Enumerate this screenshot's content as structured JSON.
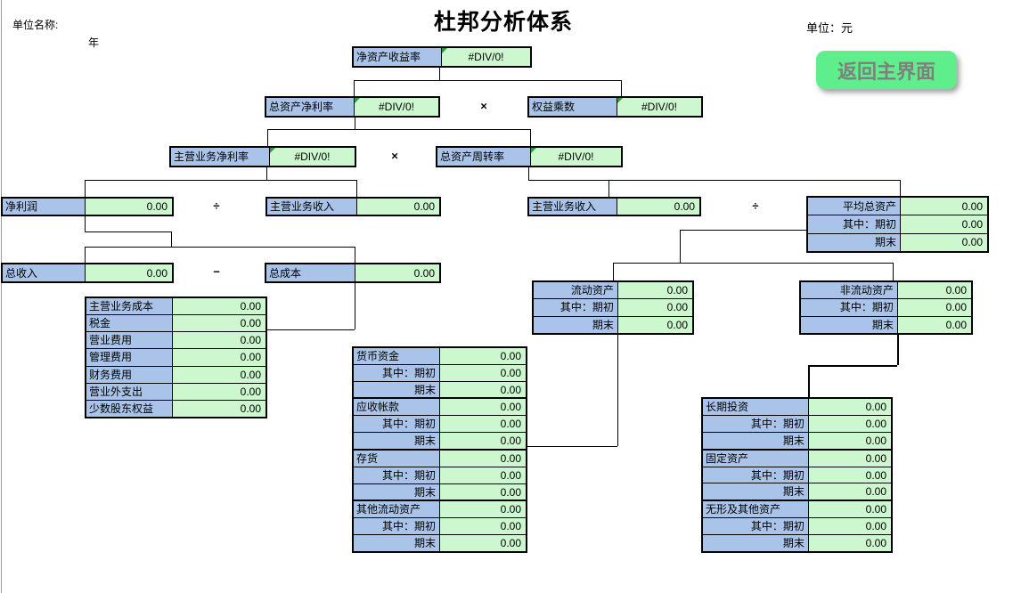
{
  "header": {
    "title": "杜邦分析体系",
    "unit_name_label": "单位名称:",
    "year_label": "年",
    "unit_label": "单位：元",
    "back_button_label": "返回主界面"
  },
  "colors": {
    "label_cell": "#a9c4e8",
    "value_cell": "#cdf7ce",
    "button": "#5fee8c",
    "button_text": "#7f7f7f",
    "comment_marker": "#2f9e3c"
  },
  "operators": {
    "times": "×",
    "divide": "÷",
    "minus": "−"
  },
  "tree": {
    "roe": {
      "label": "净资产收益率",
      "value": "#DIV/0!"
    },
    "total_asset_net_margin": {
      "label": "总资产净利率",
      "value": "#DIV/0!"
    },
    "equity_multiplier": {
      "label": "权益乘数",
      "value": "#DIV/0!"
    },
    "main_business_net_margin": {
      "label": "主营业务净利率",
      "value": "#DIV/0!"
    },
    "total_asset_turnover": {
      "label": "总资产周转率",
      "value": "#DIV/0!"
    },
    "net_profit": {
      "label": "净利润",
      "value": "0.00"
    },
    "main_business_revenue_left": {
      "label": "主营业务收入",
      "value": "0.00"
    },
    "main_business_revenue_right": {
      "label": "主营业务收入",
      "value": "0.00"
    },
    "total_revenue": {
      "label": "总收入",
      "value": "0.00"
    },
    "total_cost": {
      "label": "总成本",
      "value": "0.00"
    }
  },
  "avg_total_assets": {
    "rows": [
      {
        "label": "平均总资产",
        "value": "0.00",
        "kind": "head"
      },
      {
        "label": "其中：期初",
        "value": "0.00",
        "kind": "sub"
      },
      {
        "label": "期末",
        "value": "0.00",
        "kind": "sub"
      }
    ]
  },
  "current_assets": {
    "rows": [
      {
        "label": "流动资产",
        "value": "0.00",
        "kind": "head"
      },
      {
        "label": "其中：期初",
        "value": "0.00",
        "kind": "sub"
      },
      {
        "label": "期末",
        "value": "0.00",
        "kind": "sub"
      }
    ]
  },
  "non_current_assets": {
    "rows": [
      {
        "label": "非流动资产",
        "value": "0.00",
        "kind": "head"
      },
      {
        "label": "其中：期初",
        "value": "0.00",
        "kind": "sub"
      },
      {
        "label": "期末",
        "value": "0.00",
        "kind": "sub"
      }
    ]
  },
  "expenses": {
    "rows": [
      {
        "label": "主营业务成本",
        "value": "0.00",
        "kind": "head"
      },
      {
        "label": "税金",
        "value": "0.00",
        "kind": "head"
      },
      {
        "label": "营业费用",
        "value": "0.00",
        "kind": "head"
      },
      {
        "label": "管理费用",
        "value": "0.00",
        "kind": "head"
      },
      {
        "label": "财务费用",
        "value": "0.00",
        "kind": "head"
      },
      {
        "label": "营业外支出",
        "value": "0.00",
        "kind": "head"
      },
      {
        "label": "少数股东权益",
        "value": "0.00",
        "kind": "head"
      }
    ]
  },
  "current_asset_detail": {
    "rows": [
      {
        "label": "货币资金",
        "value": "0.00",
        "kind": "head"
      },
      {
        "label": "其中：期初",
        "value": "0.00",
        "kind": "sub"
      },
      {
        "label": "期末",
        "value": "0.00",
        "kind": "sub"
      },
      {
        "label": "应收帐款",
        "value": "0.00",
        "kind": "head"
      },
      {
        "label": "其中：期初",
        "value": "0.00",
        "kind": "sub"
      },
      {
        "label": "期末",
        "value": "0.00",
        "kind": "sub"
      },
      {
        "label": "存货",
        "value": "0.00",
        "kind": "head"
      },
      {
        "label": "其中：期初",
        "value": "0.00",
        "kind": "sub"
      },
      {
        "label": "期末",
        "value": "0.00",
        "kind": "sub"
      },
      {
        "label": "其他流动资产",
        "value": "0.00",
        "kind": "head"
      },
      {
        "label": "其中：期初",
        "value": "0.00",
        "kind": "sub"
      },
      {
        "label": "期末",
        "value": "0.00",
        "kind": "sub"
      }
    ]
  },
  "non_current_asset_detail": {
    "rows": [
      {
        "label": "长期投资",
        "value": "0.00",
        "kind": "head"
      },
      {
        "label": "其中：期初",
        "value": "0.00",
        "kind": "sub"
      },
      {
        "label": "期末",
        "value": "0.00",
        "kind": "sub"
      },
      {
        "label": "固定资产",
        "value": "0.00",
        "kind": "head"
      },
      {
        "label": "其中：期初",
        "value": "0.00",
        "kind": "sub"
      },
      {
        "label": "期末",
        "value": "0.00",
        "kind": "sub"
      },
      {
        "label": "无形及其他资产",
        "value": "0.00",
        "kind": "head"
      },
      {
        "label": "其中：期初",
        "value": "0.00",
        "kind": "sub"
      },
      {
        "label": "期末",
        "value": "0.00",
        "kind": "sub"
      }
    ]
  }
}
